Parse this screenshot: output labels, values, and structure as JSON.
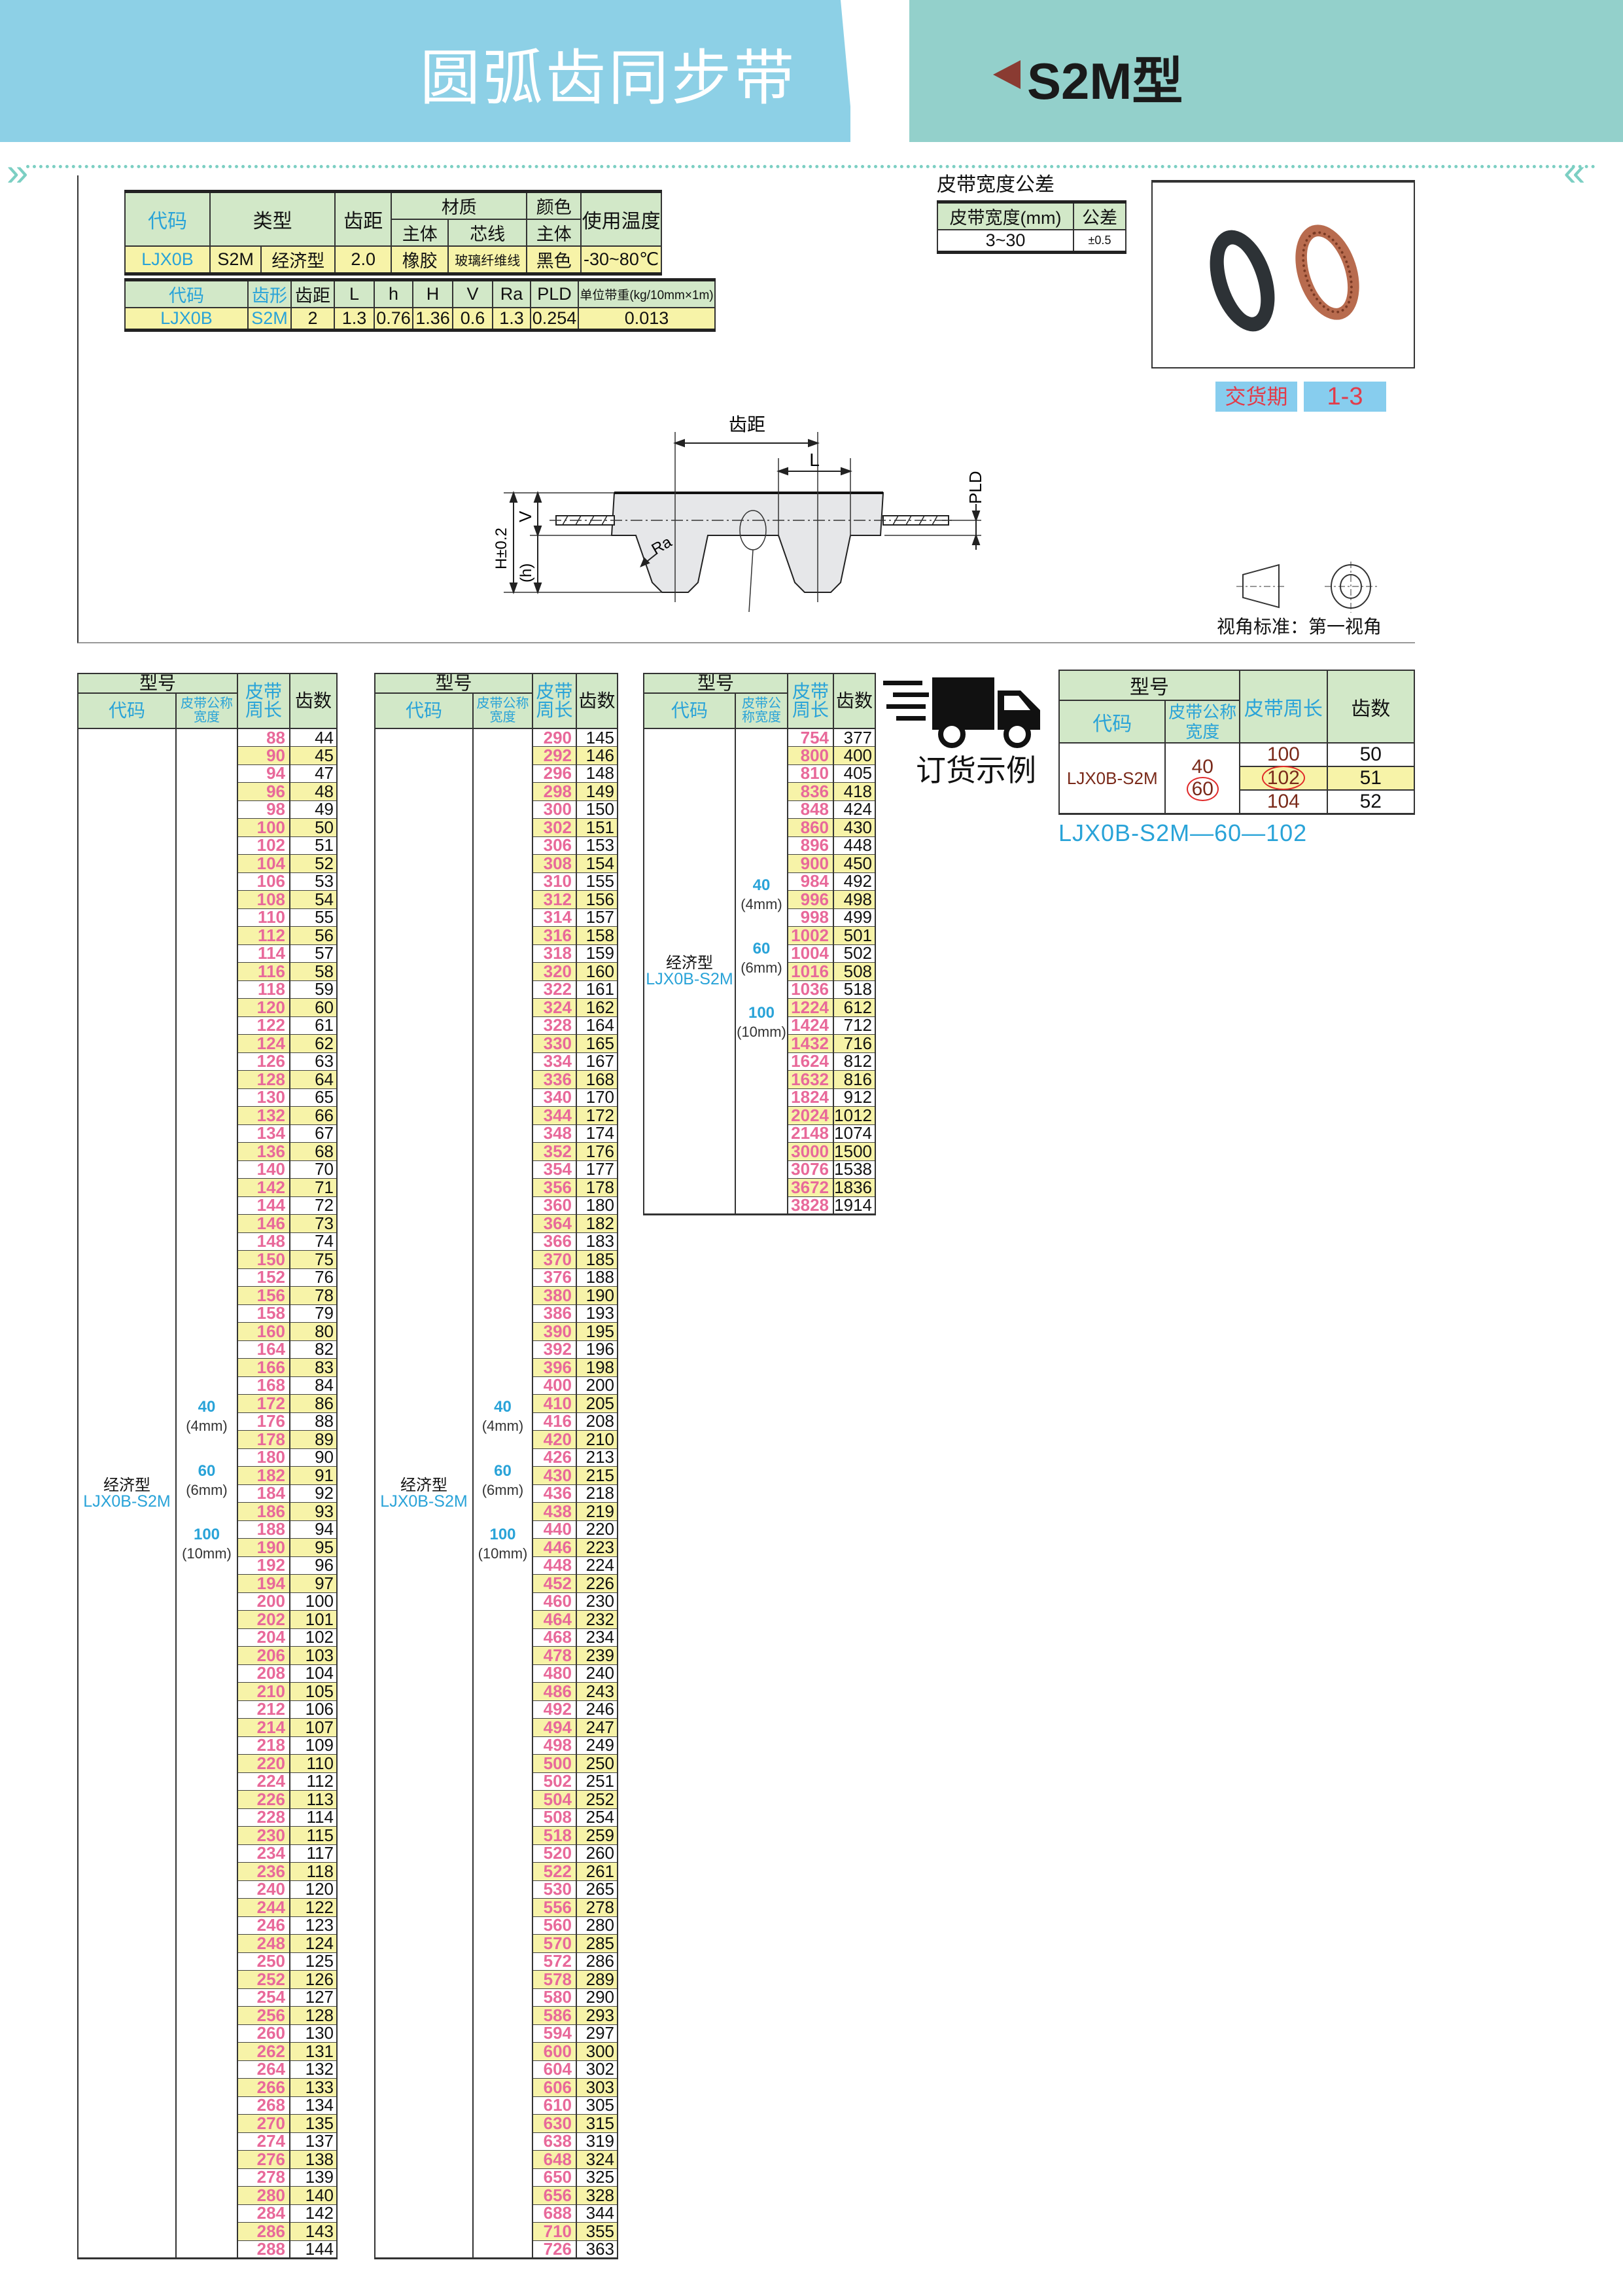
{
  "header": {
    "title": "圆弧齿同步带",
    "subtitle": "S2M型"
  },
  "spec1": {
    "headers": {
      "code": "代码",
      "type": "类型",
      "pitch": "齿距",
      "material": "材质",
      "body": "主体",
      "cord": "芯线",
      "color": "颜色",
      "color_body": "主体",
      "temp": "使用温度"
    },
    "row": {
      "code": "LJX0B",
      "type1": "S2M",
      "type2": "经济型",
      "pitch": "2.0",
      "body": "橡胶",
      "cord": "玻璃纤维线",
      "color": "黑色",
      "temp": "-30~80℃"
    }
  },
  "spec2": {
    "headers": {
      "code": "代码",
      "profile": "齿形",
      "pitch": "齿距",
      "L": "L",
      "h": "h",
      "H": "H",
      "V": "V",
      "Ra": "Ra",
      "PLD": "PLD",
      "weight": "单位带重(kg/10mm×1m)"
    },
    "row": {
      "code": "LJX0B",
      "profile": "S2M",
      "pitch": "2",
      "L": "1.3",
      "h": "0.76",
      "H": "1.36",
      "V": "0.6",
      "Ra": "1.3",
      "PLD": "0.254",
      "weight": "0.013"
    }
  },
  "tolerance": {
    "title": "皮带宽度公差",
    "col_width": "皮带宽度(mm)",
    "col_tol": "公差",
    "width": "3~30",
    "tol": "±0.5"
  },
  "delivery": {
    "label": "交货期",
    "value": "1-3"
  },
  "diagram": {
    "pitch": "齿距",
    "L": "L",
    "PLD": "PLD",
    "V": "V",
    "H": "H±0.2",
    "h": "(h)",
    "Ra": "Ra"
  },
  "view": {
    "label": "视角标准：第一视角"
  },
  "list_headers": {
    "model": "型号",
    "code": "代码",
    "width": "皮带公称宽度",
    "length": "皮带周长",
    "teeth": "齿数"
  },
  "list_model": {
    "type": "经济型",
    "code": "LJX0B-S2M",
    "widths": [
      {
        "n": "40",
        "mm": "(4mm)"
      },
      {
        "n": "60",
        "mm": "(6mm)"
      },
      {
        "n": "100",
        "mm": "(10mm)"
      }
    ]
  },
  "tables": [
    [
      [
        "88",
        "44"
      ],
      [
        "90",
        "45"
      ],
      [
        "94",
        "47"
      ],
      [
        "96",
        "48"
      ],
      [
        "98",
        "49"
      ],
      [
        "100",
        "50"
      ],
      [
        "102",
        "51"
      ],
      [
        "104",
        "52"
      ],
      [
        "106",
        "53"
      ],
      [
        "108",
        "54"
      ],
      [
        "110",
        "55"
      ],
      [
        "112",
        "56"
      ],
      [
        "114",
        "57"
      ],
      [
        "116",
        "58"
      ],
      [
        "118",
        "59"
      ],
      [
        "120",
        "60"
      ],
      [
        "122",
        "61"
      ],
      [
        "124",
        "62"
      ],
      [
        "126",
        "63"
      ],
      [
        "128",
        "64"
      ],
      [
        "130",
        "65"
      ],
      [
        "132",
        "66"
      ],
      [
        "134",
        "67"
      ],
      [
        "136",
        "68"
      ],
      [
        "140",
        "70"
      ],
      [
        "142",
        "71"
      ],
      [
        "144",
        "72"
      ],
      [
        "146",
        "73"
      ],
      [
        "148",
        "74"
      ],
      [
        "150",
        "75"
      ],
      [
        "152",
        "76"
      ],
      [
        "156",
        "78"
      ],
      [
        "158",
        "79"
      ],
      [
        "160",
        "80"
      ],
      [
        "164",
        "82"
      ],
      [
        "166",
        "83"
      ],
      [
        "168",
        "84"
      ],
      [
        "172",
        "86"
      ],
      [
        "176",
        "88"
      ],
      [
        "178",
        "89"
      ],
      [
        "180",
        "90"
      ],
      [
        "182",
        "91"
      ],
      [
        "184",
        "92"
      ],
      [
        "186",
        "93"
      ],
      [
        "188",
        "94"
      ],
      [
        "190",
        "95"
      ],
      [
        "192",
        "96"
      ],
      [
        "194",
        "97"
      ],
      [
        "200",
        "100"
      ],
      [
        "202",
        "101"
      ],
      [
        "204",
        "102"
      ],
      [
        "206",
        "103"
      ],
      [
        "208",
        "104"
      ],
      [
        "210",
        "105"
      ],
      [
        "212",
        "106"
      ],
      [
        "214",
        "107"
      ],
      [
        "218",
        "109"
      ],
      [
        "220",
        "110"
      ],
      [
        "224",
        "112"
      ],
      [
        "226",
        "113"
      ],
      [
        "228",
        "114"
      ],
      [
        "230",
        "115"
      ],
      [
        "234",
        "117"
      ],
      [
        "236",
        "118"
      ],
      [
        "240",
        "120"
      ],
      [
        "244",
        "122"
      ],
      [
        "246",
        "123"
      ],
      [
        "248",
        "124"
      ],
      [
        "250",
        "125"
      ],
      [
        "252",
        "126"
      ],
      [
        "254",
        "127"
      ],
      [
        "256",
        "128"
      ],
      [
        "260",
        "130"
      ],
      [
        "262",
        "131"
      ],
      [
        "264",
        "132"
      ],
      [
        "266",
        "133"
      ],
      [
        "268",
        "134"
      ],
      [
        "270",
        "135"
      ],
      [
        "274",
        "137"
      ],
      [
        "276",
        "138"
      ],
      [
        "278",
        "139"
      ],
      [
        "280",
        "140"
      ],
      [
        "284",
        "142"
      ],
      [
        "286",
        "143"
      ],
      [
        "288",
        "144"
      ]
    ],
    [
      [
        "290",
        "145"
      ],
      [
        "292",
        "146"
      ],
      [
        "296",
        "148"
      ],
      [
        "298",
        "149"
      ],
      [
        "300",
        "150"
      ],
      [
        "302",
        "151"
      ],
      [
        "306",
        "153"
      ],
      [
        "308",
        "154"
      ],
      [
        "310",
        "155"
      ],
      [
        "312",
        "156"
      ],
      [
        "314",
        "157"
      ],
      [
        "316",
        "158"
      ],
      [
        "318",
        "159"
      ],
      [
        "320",
        "160"
      ],
      [
        "322",
        "161"
      ],
      [
        "324",
        "162"
      ],
      [
        "328",
        "164"
      ],
      [
        "330",
        "165"
      ],
      [
        "334",
        "167"
      ],
      [
        "336",
        "168"
      ],
      [
        "340",
        "170"
      ],
      [
        "344",
        "172"
      ],
      [
        "348",
        "174"
      ],
      [
        "352",
        "176"
      ],
      [
        "354",
        "177"
      ],
      [
        "356",
        "178"
      ],
      [
        "360",
        "180"
      ],
      [
        "364",
        "182"
      ],
      [
        "366",
        "183"
      ],
      [
        "370",
        "185"
      ],
      [
        "376",
        "188"
      ],
      [
        "380",
        "190"
      ],
      [
        "386",
        "193"
      ],
      [
        "390",
        "195"
      ],
      [
        "392",
        "196"
      ],
      [
        "396",
        "198"
      ],
      [
        "400",
        "200"
      ],
      [
        "410",
        "205"
      ],
      [
        "416",
        "208"
      ],
      [
        "420",
        "210"
      ],
      [
        "426",
        "213"
      ],
      [
        "430",
        "215"
      ],
      [
        "436",
        "218"
      ],
      [
        "438",
        "219"
      ],
      [
        "440",
        "220"
      ],
      [
        "446",
        "223"
      ],
      [
        "448",
        "224"
      ],
      [
        "452",
        "226"
      ],
      [
        "460",
        "230"
      ],
      [
        "464",
        "232"
      ],
      [
        "468",
        "234"
      ],
      [
        "478",
        "239"
      ],
      [
        "480",
        "240"
      ],
      [
        "486",
        "243"
      ],
      [
        "492",
        "246"
      ],
      [
        "494",
        "247"
      ],
      [
        "498",
        "249"
      ],
      [
        "500",
        "250"
      ],
      [
        "502",
        "251"
      ],
      [
        "504",
        "252"
      ],
      [
        "508",
        "254"
      ],
      [
        "518",
        "259"
      ],
      [
        "520",
        "260"
      ],
      [
        "522",
        "261"
      ],
      [
        "530",
        "265"
      ],
      [
        "556",
        "278"
      ],
      [
        "560",
        "280"
      ],
      [
        "570",
        "285"
      ],
      [
        "572",
        "286"
      ],
      [
        "578",
        "289"
      ],
      [
        "580",
        "290"
      ],
      [
        "586",
        "293"
      ],
      [
        "594",
        "297"
      ],
      [
        "600",
        "300"
      ],
      [
        "604",
        "302"
      ],
      [
        "606",
        "303"
      ],
      [
        "610",
        "305"
      ],
      [
        "630",
        "315"
      ],
      [
        "638",
        "319"
      ],
      [
        "648",
        "324"
      ],
      [
        "650",
        "325"
      ],
      [
        "656",
        "328"
      ],
      [
        "688",
        "344"
      ],
      [
        "710",
        "355"
      ],
      [
        "726",
        "363"
      ]
    ],
    [
      [
        "754",
        "377"
      ],
      [
        "800",
        "400"
      ],
      [
        "810",
        "405"
      ],
      [
        "836",
        "418"
      ],
      [
        "848",
        "424"
      ],
      [
        "860",
        "430"
      ],
      [
        "896",
        "448"
      ],
      [
        "900",
        "450"
      ],
      [
        "984",
        "492"
      ],
      [
        "996",
        "498"
      ],
      [
        "998",
        "499"
      ],
      [
        "1002",
        "501"
      ],
      [
        "1004",
        "502"
      ],
      [
        "1016",
        "508"
      ],
      [
        "1036",
        "518"
      ],
      [
        "1224",
        "612"
      ],
      [
        "1424",
        "712"
      ],
      [
        "1432",
        "716"
      ],
      [
        "1624",
        "812"
      ],
      [
        "1632",
        "816"
      ],
      [
        "1824",
        "912"
      ],
      [
        "2024",
        "1012"
      ],
      [
        "2148",
        "1074"
      ],
      [
        "3000",
        "1500"
      ],
      [
        "3076",
        "1538"
      ],
      [
        "3672",
        "1836"
      ],
      [
        "3828",
        "1914"
      ]
    ]
  ],
  "order_example": {
    "title": "订货示例",
    "code": "LJX0B-S2M",
    "widths": [
      "40",
      "60"
    ],
    "rows": [
      [
        "100",
        "50"
      ],
      [
        "102",
        "51"
      ],
      [
        "104",
        "52"
      ]
    ],
    "order_code": "LJX0B-S2M—60—102"
  },
  "colors": {
    "header_blue": "#8dd0e6",
    "header_teal": "#93d0cb",
    "table_green": "#d2e8c8",
    "row_yellow": "#f7f3a8",
    "length_pink": "#e8699a",
    "accent_blue": "#29a3d8"
  }
}
